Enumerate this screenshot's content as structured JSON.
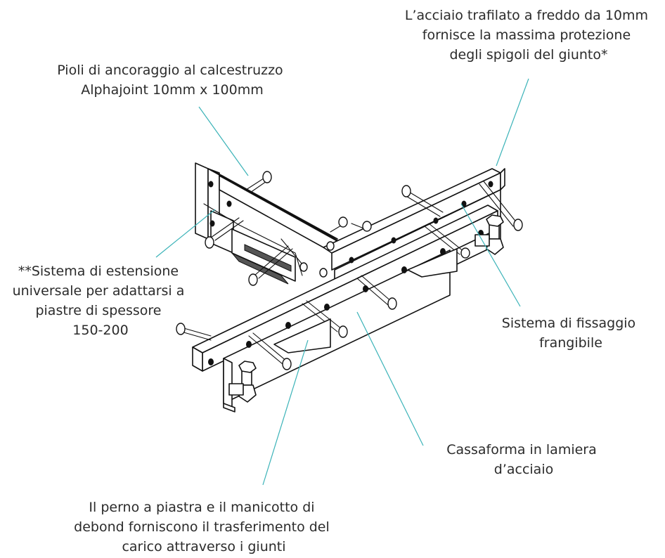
{
  "labels": {
    "steel_edge": [
      "L’acciaio trafilato a freddo da 10mm",
      "fornisce la massima protezione",
      "degli spigoli del giunto*"
    ],
    "anchor_studs": [
      "Pioli di ancoraggio al calcestruzzo",
      "Alphajoint 10mm x 100mm"
    ],
    "extension_system": [
      "**Sistema di estensione",
      "universale per adattarsi a",
      "piastre di spessore",
      "150-200"
    ],
    "frangible_fixing": [
      "Sistema di fissaggio",
      "frangibile"
    ],
    "steel_formwork": [
      "Cassaforma in lamiera",
      "d’acciaio"
    ],
    "dowel_sleeve": [
      "Il perno a piastra e il manicotto di",
      "debond forniscono il trasferimento del",
      "carico attraverso i giunti"
    ]
  },
  "colors": {
    "leader_line": "#3bb3b8",
    "text": "#2b2b2b",
    "ink": "#111111"
  }
}
